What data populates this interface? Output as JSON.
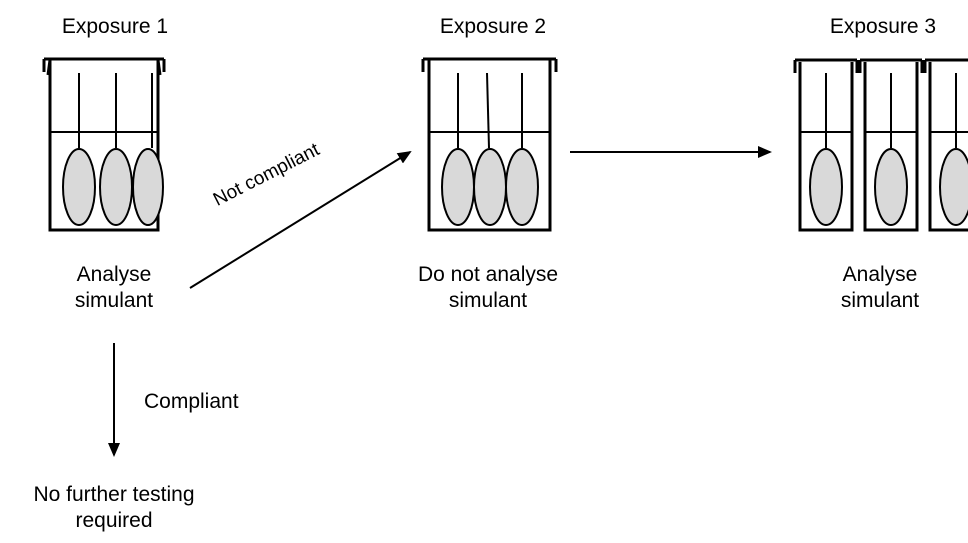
{
  "exposures": [
    {
      "title": "Exposure 1",
      "caption_line1": "Analyse",
      "caption_line2": "simulant"
    },
    {
      "title": "Exposure 2",
      "caption_line1": "Do not analyse",
      "caption_line2": "simulant"
    },
    {
      "title": "Exposure 3",
      "caption_line1": "Analyse",
      "caption_line2": "simulant"
    }
  ],
  "arrows": {
    "not_compliant_label": "Not compliant",
    "compliant_label": "Compliant"
  },
  "outcome": {
    "line1": "No further testing",
    "line2": "required"
  },
  "colors": {
    "stroke": "#000000",
    "sample_fill": "#d9d9d9",
    "background": "#ffffff"
  }
}
